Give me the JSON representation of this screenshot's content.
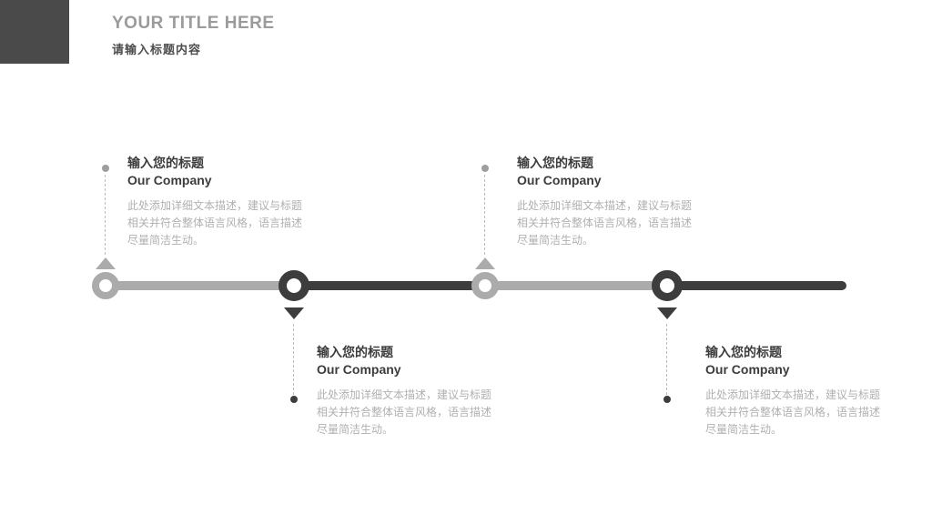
{
  "header": {
    "title": "YOUR TITLE HERE",
    "subtitle": "请输入标题内容"
  },
  "timeline": {
    "items": [
      {
        "title": "输入您的标题",
        "subtitle": "Our Company",
        "body": "此处添加详细文本描述，建议与标题相关并符合整体语言风格，语言描述尽量简洁生动。"
      },
      {
        "title": "输入您的标题",
        "subtitle": "Our Company",
        "body": "此处添加详细文本描述，建议与标题相关并符合整体语言风格，语言描述尽量简洁生动。"
      },
      {
        "title": "输入您的标题",
        "subtitle": "Our Company",
        "body": "此处添加详细文本描述，建议与标题相关并符合整体语言风格，语言描述尽量简洁生动。"
      },
      {
        "title": "输入您的标题",
        "subtitle": "Our Company",
        "body": "此处添加详细文本描述，建议与标题相关并符合整体语言风格，语言描述尽量简洁生动。"
      }
    ]
  },
  "colors": {
    "dark": "#3d3d3d",
    "gray": "#ababab",
    "body_text": "#b0b0b0",
    "corner_block": "#4a4a4a",
    "header_title": "#9b9b9b"
  }
}
